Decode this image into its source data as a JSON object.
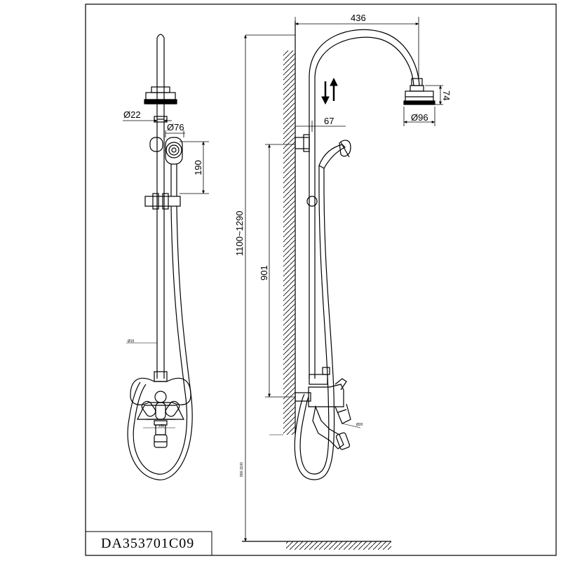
{
  "model_code": "DA353701C09",
  "dimensions": {
    "width_arm": "436",
    "head_height": "74",
    "head_diameter": "Ø96",
    "offset": "67",
    "rod_diameter": "Ø22",
    "handshower_diameter": "Ø76",
    "handshower_height": "190",
    "total_height": "1100~1290",
    "mixer_height": "901"
  },
  "small_labels": {
    "hose_note_front": "Ø15",
    "spout_note_front": "150",
    "spout_note_side": "Ø20",
    "vertical_note": "900-1100"
  },
  "colors": {
    "line": "#000000",
    "background": "#ffffff"
  }
}
